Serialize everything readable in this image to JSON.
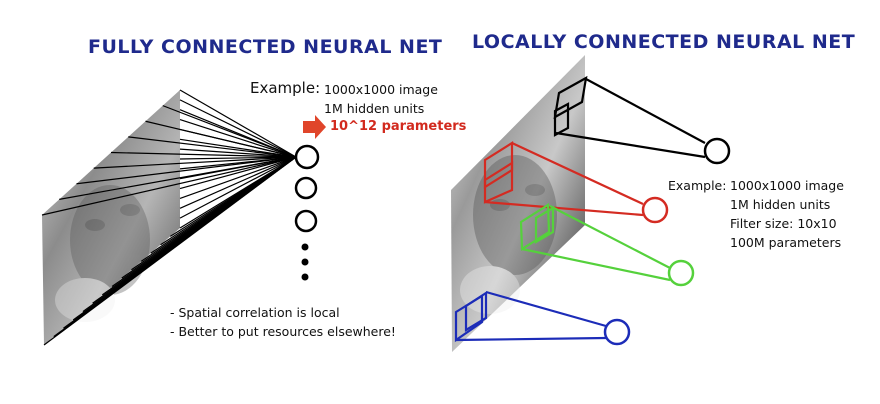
{
  "left_panel": {
    "title": "FULLY CONNECTED NEURAL NET",
    "example_label": "Example:",
    "example_lines": [
      "1000x1000 image",
      "1M hidden units"
    ],
    "highlight": "10^12 parameters",
    "notes": [
      "- Spatial correlation is local",
      "- Better to put resources elsewhere!"
    ]
  },
  "right_panel": {
    "title": "LOCALLY CONNECTED NEURAL NET",
    "example_label": "Example:",
    "example_lines": [
      "1000x1000 image",
      "1M hidden units",
      "Filter size: 10x10",
      "100M parameters"
    ]
  },
  "colors": {
    "title": "#1f2a8c",
    "highlight": "#d22a1e",
    "arrow": "#e0452a",
    "filter_black": "#000000",
    "filter_red": "#d42b22",
    "filter_green": "#55d13c",
    "filter_blue": "#1c2cb8"
  }
}
